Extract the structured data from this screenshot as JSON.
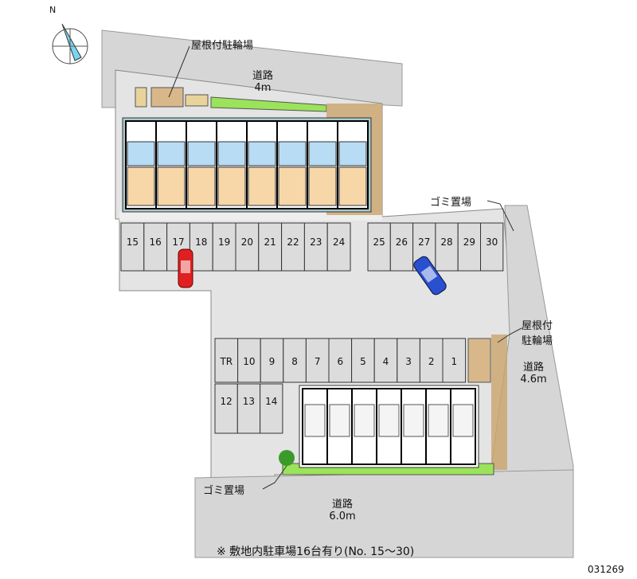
{
  "labels": {
    "bike_top": "屋根付駐輪場",
    "road_top_name": "道路",
    "road_top_width": "4m",
    "garbage_right": "ゴミ置場",
    "bike_right_1": "屋根付",
    "bike_right_2": "駐輪場",
    "road_right_name": "道路",
    "road_right_width": "4.6m",
    "garbage_bottom": "ゴミ置場",
    "road_bottom_name": "道路",
    "road_bottom_width": "6.0m",
    "footnote": "※ 敷地内駐車場16台有り(No. 15～30)",
    "code": "031269",
    "compass_n": "N"
  },
  "parking": {
    "row_a": [
      "15",
      "16",
      "17",
      "18",
      "19",
      "20",
      "21",
      "22",
      "23",
      "24"
    ],
    "row_b": [
      "25",
      "26",
      "27",
      "28",
      "29",
      "30"
    ],
    "row_c": [
      "TR",
      "10",
      "9",
      "8",
      "7",
      "6",
      "5",
      "4",
      "3",
      "2",
      "1"
    ],
    "row_d": [
      "12",
      "13",
      "14"
    ]
  },
  "building_top_units": 8,
  "building_bottom_units": 7,
  "colors": {
    "road": "#d6d6d6",
    "lot": "#e4e4e4",
    "green": "#9be35a",
    "room": "#f7d6a8",
    "bath": "#b9dcf5",
    "brick": "#c9a46a",
    "car_red": "#e02020",
    "car_blue": "#2850d0"
  }
}
